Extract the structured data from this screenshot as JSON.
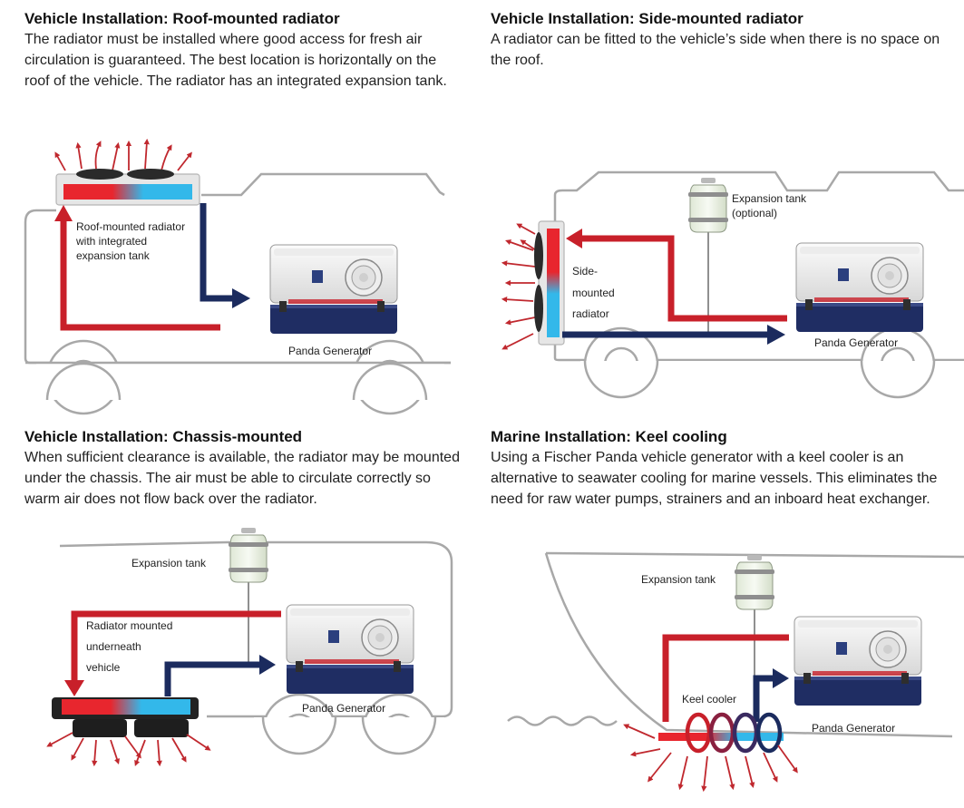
{
  "panels": [
    {
      "title": "Vehicle Installation: Roof-mounted radiator",
      "body": "The radiator must be installed where good access for fresh air circulation is guaranteed. The best location is horizontally on the roof of the vehicle. The radiator has an integrated expansion tank.",
      "labels": {
        "radiator": [
          "Roof-mounted radiator",
          "with integrated",
          "expansion tank"
        ],
        "generator": "Panda Generator"
      }
    },
    {
      "title": "Vehicle Installation: Side-mounted radiator",
      "body": "A radiator can be fitted to the vehicle’s side when there is no space on the roof.",
      "labels": {
        "tank": [
          "Expansion tank",
          "(optional)"
        ],
        "radiator": [
          "Side-",
          "mounted",
          "radiator"
        ],
        "generator": "Panda Generator"
      }
    },
    {
      "title": "Vehicle Installation: Chassis-mounted",
      "body": "When sufficient clearance is available, the radiator may be mounted under the chassis. The air must be able to circulate correctly so warm air does not flow back over the radiator.",
      "labels": {
        "tank": "Expansion tank",
        "radiator": [
          "Radiator mounted",
          "underneath",
          "vehicle"
        ],
        "generator": "Panda Generator"
      }
    },
    {
      "title": "Marine Installation: Keel cooling",
      "body": "Using a Fischer Panda vehicle generator with a keel cooler is an alternative to seawater cooling for marine vessels. This eliminates the need for raw water pumps, strainers and an inboard heat exchanger.",
      "labels": {
        "tank": "Expansion tank",
        "cooler": "Keel cooler",
        "generator": "Panda Generator"
      }
    }
  ],
  "colors": {
    "hot": "#c8202a",
    "cold": "#1b2b5e",
    "outline": "#a8a8a8",
    "radiator_hot": "#e8262e",
    "radiator_cold": "#33b8ea"
  },
  "icons": [
    "generator-icon",
    "radiator-icon",
    "expansion-tank-icon",
    "fan-icon",
    "wheel-icon",
    "airflow-arrow-icon"
  ]
}
